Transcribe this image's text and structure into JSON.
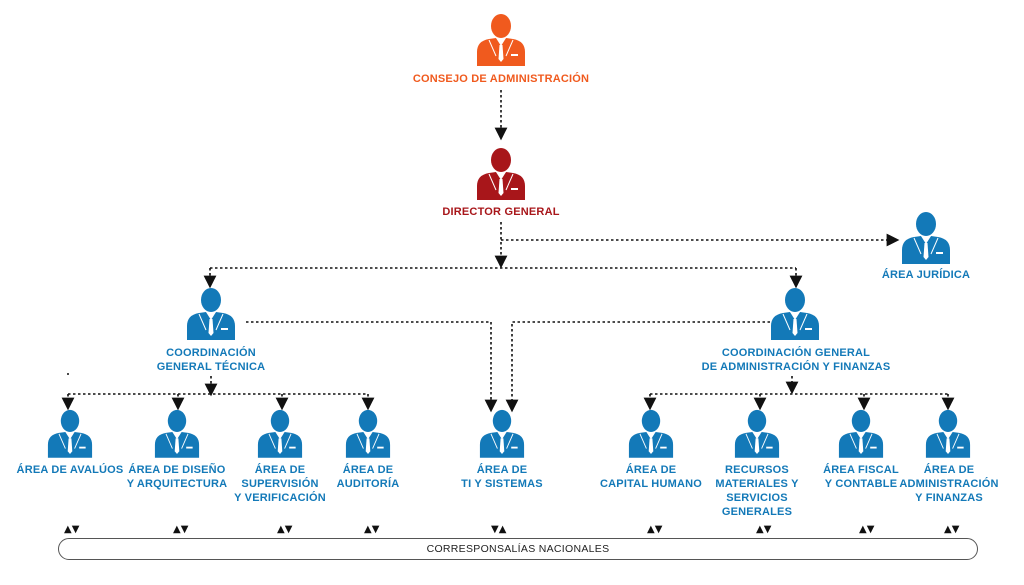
{
  "nodes": {
    "consejo": {
      "lines": [
        "CONSEJO DE ADMINISTRACIÓN"
      ],
      "color": "#f05a1e"
    },
    "director": {
      "lines": [
        "DIRECTOR GENERAL"
      ],
      "color": "#a8161a"
    },
    "juridica": {
      "lines": [
        "ÁREA JURÍDICA"
      ],
      "color": "#1379b8"
    },
    "coord_tecnica": {
      "lines": [
        "COORDINACIÓN",
        "GENERAL TÉCNICA"
      ],
      "color": "#1379b8"
    },
    "coord_admin": {
      "lines": [
        "COORDINACIÓN GENERAL",
        "DE ADMINISTRACIÓN Y FINANZAS"
      ],
      "color": "#1379b8"
    },
    "avaluos": {
      "lines": [
        "ÁREA DE AVALÚOS"
      ],
      "color": "#1379b8"
    },
    "diseno": {
      "lines": [
        "ÁREA DE DISEÑO",
        "Y ARQUITECTURA"
      ],
      "color": "#1379b8"
    },
    "supervision": {
      "lines": [
        "ÁREA DE",
        "SUPERVISIÓN",
        "Y VERIFICACIÓN"
      ],
      "color": "#1379b8"
    },
    "auditoria": {
      "lines": [
        "ÁREA DE",
        "AUDITORÍA"
      ],
      "color": "#1379b8"
    },
    "ti": {
      "lines": [
        "ÁREA DE",
        "TI Y SISTEMAS"
      ],
      "color": "#1379b8"
    },
    "capital": {
      "lines": [
        "ÁREA DE",
        "CAPITAL HUMANO"
      ],
      "color": "#1379b8"
    },
    "recursos": {
      "lines": [
        "RECURSOS",
        "MATERIALES Y",
        "SERVICIOS",
        "GENERALES"
      ],
      "color": "#1379b8"
    },
    "fiscal": {
      "lines": [
        "ÁREA FISCAL",
        "Y CONTABLE"
      ],
      "color": "#1379b8"
    },
    "admin_fin": {
      "lines": [
        "ÁREA DE",
        "ADMINISTRACIÓN",
        "Y FINANZAS"
      ],
      "color": "#1379b8"
    }
  },
  "bottom_bar": {
    "label": "CORRESPONSALÍAS NACIONALES"
  },
  "edges": [
    [
      "consejo",
      "director"
    ],
    [
      "director",
      "juridica"
    ],
    [
      "director",
      "coord_tecnica"
    ],
    [
      "director",
      "coord_admin"
    ],
    [
      "coord_tecnica",
      "ti"
    ],
    [
      "coord_admin",
      "ti"
    ],
    [
      "coord_tecnica",
      "avaluos"
    ],
    [
      "coord_tecnica",
      "diseno"
    ],
    [
      "coord_tecnica",
      "supervision"
    ],
    [
      "coord_tecnica",
      "auditoria"
    ],
    [
      "coord_admin",
      "capital"
    ],
    [
      "coord_admin",
      "recursos"
    ],
    [
      "coord_admin",
      "fiscal"
    ],
    [
      "coord_admin",
      "admin_fin"
    ]
  ]
}
